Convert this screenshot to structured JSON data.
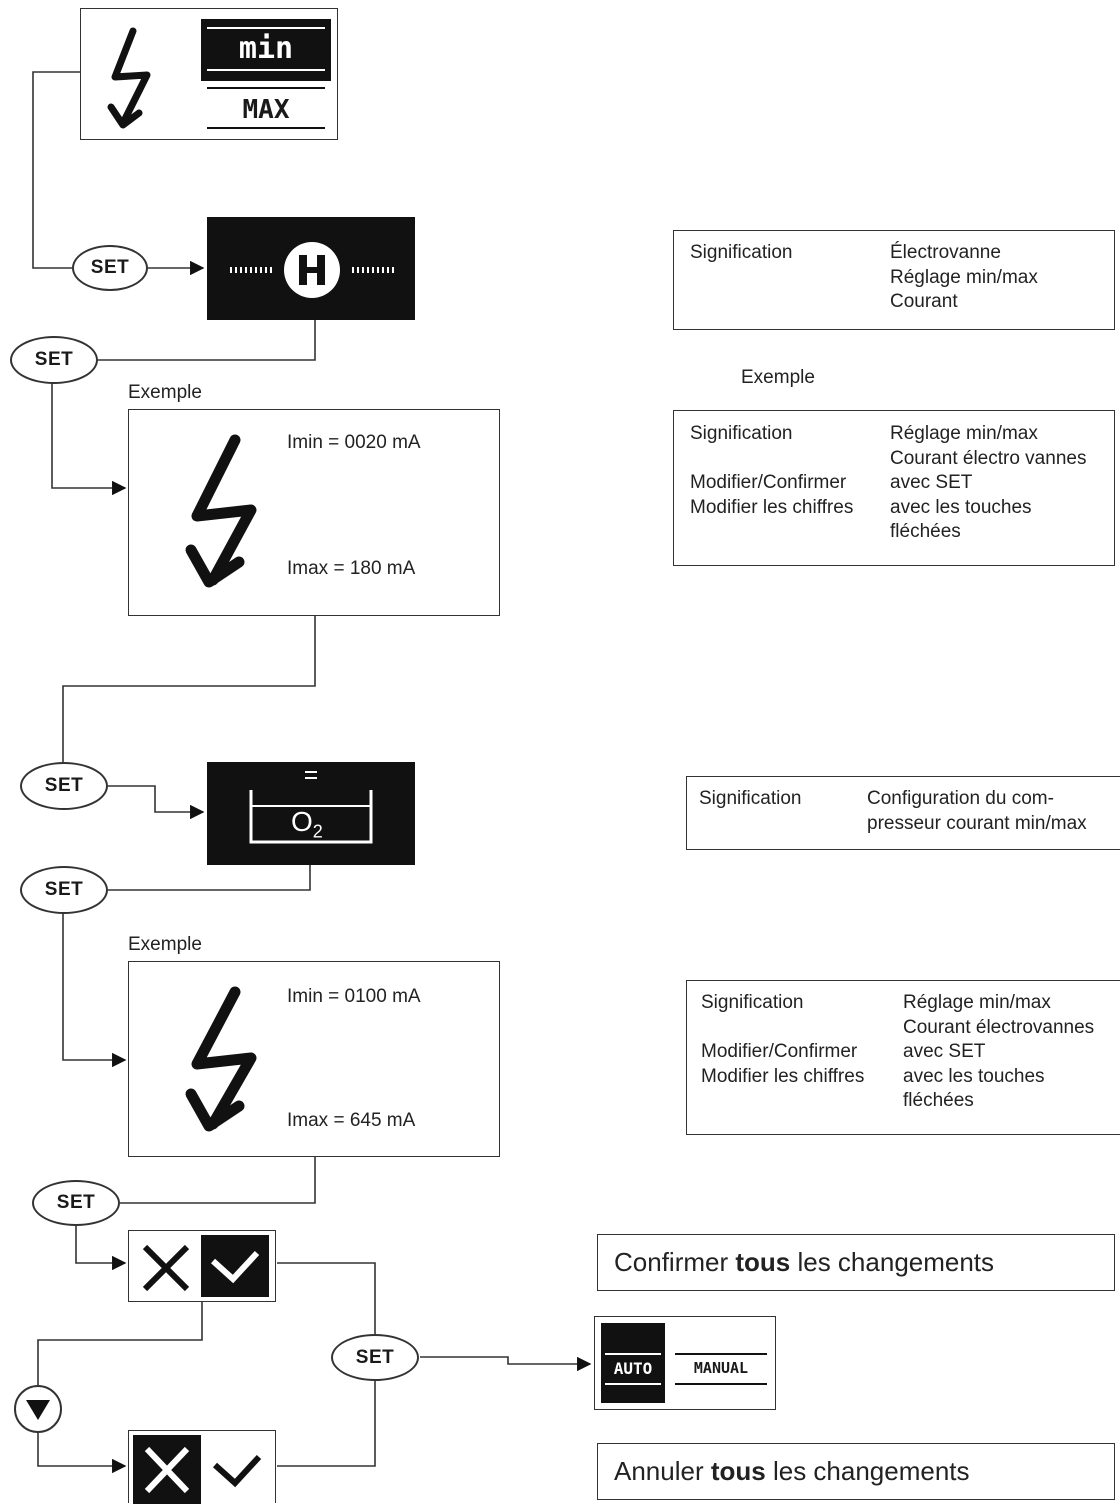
{
  "set_label": "SET",
  "minmax": {
    "min": "min",
    "max": "max"
  },
  "example_label": "Exemple",
  "o2_label": "O",
  "o2_sub": "2",
  "example1": {
    "imin": "Imin = 0020 mA",
    "imax": "Imax = 180 mA"
  },
  "example2": {
    "imin": "Imin = 0100 mA",
    "imax": "Imax = 645 mA"
  },
  "info1": {
    "col1": [
      "Signification"
    ],
    "col2": [
      "Électrovanne",
      "Réglage min/max",
      "Courant"
    ]
  },
  "info2": {
    "col1": [
      "Signification",
      "",
      "Modifier/Confirmer",
      "Modifier les chiffres"
    ],
    "col2": [
      "Réglage min/max",
      "Courant électro vannes",
      "avec SET",
      "avec les touches",
      "fléchées"
    ]
  },
  "info3": {
    "col1": [
      "Signification"
    ],
    "col2": [
      "Configuration du com-",
      "presseur courant min/max"
    ]
  },
  "info4": {
    "col1": [
      "Signification",
      "",
      "Modifier/Confirmer",
      "Modifier les chiffres"
    ],
    "col2": [
      "Réglage min/max",
      "Courant électrovannes",
      "avec SET",
      "avec les touches",
      "fléchées"
    ]
  },
  "confirm_all": {
    "pre": "Confirmer ",
    "bold": "tous",
    "post": " les changements"
  },
  "cancel_all": {
    "pre": "Annuler ",
    "bold": "tous",
    "post": " les changements"
  },
  "mode": {
    "auto": "AUTO",
    "manual": "MANUAL"
  },
  "colors": {
    "ink": "#111111",
    "frame": "#333333"
  }
}
